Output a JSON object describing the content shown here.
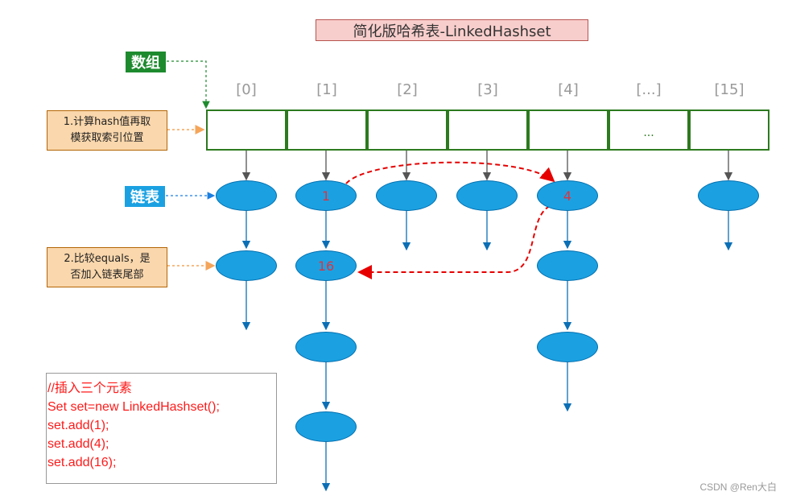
{
  "title": "简化版哈希表-LinkedHashset",
  "array_label": "数组",
  "list_label": "链表",
  "notes": [
    [
      "1.计算hash值再取",
      "模获取索引位置"
    ],
    [
      "2.比较equals，是",
      "否加入链表尾部"
    ]
  ],
  "indices": [
    "[0]",
    "[1]",
    "[2]",
    "[3]",
    "[4]",
    "[...]",
    "[15]"
  ],
  "ellipsis_cell": "...",
  "node_values": {
    "n1": "1",
    "n4": "4",
    "n16": "16"
  },
  "code_lines": [
    "//插入三个元素",
    "Set set=new LinkedHashset();",
    "set.add(1);",
    "set.add(4);",
    "set.add(16);"
  ],
  "watermark": "CSDN @Ren大白",
  "colors": {
    "array_border": "#2d7a1f",
    "node_fill": "#1ba1e2",
    "link_red": "#e60000",
    "title_fill": "#f8cecc",
    "note_fill": "#fad7ac"
  }
}
